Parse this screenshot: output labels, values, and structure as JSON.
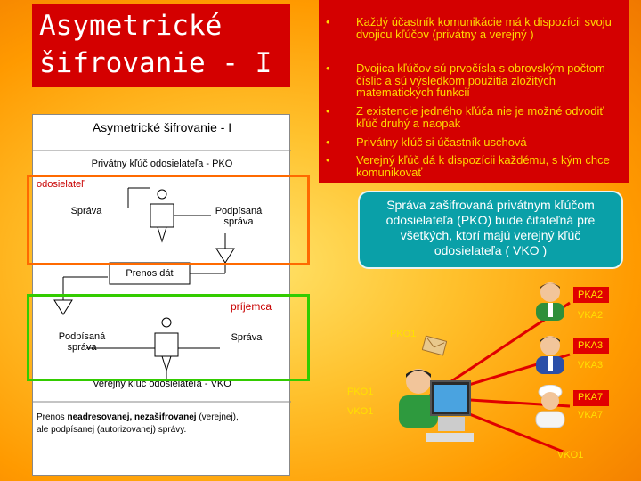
{
  "title": "Asymetrické\nšifrovanie - I",
  "bullets": [
    "Každý účastník komunikácie má k dispozícii svoju dvojicu kľúčov (privátny a verejný )",
    "Dvojica kľúčov sú prvočísla s obrovským počtom číslic a sú výsledkom použitia zložitých matematických funkcií",
    "Z existencie jedného kľúča nie je možné odvodiť kľúč druhý a naopak",
    "Privátny kľúč si účastník uschová",
    "Verejný kľúč dá k dispozícii každému, s kým chce komunikovať"
  ],
  "diagram": {
    "heading": "Asymetrické šifrovanie - I",
    "private_key_label": "Privátny kľúč odosielateľa - PKO",
    "sender_label": "odosielateľ",
    "message_label": "Správa",
    "signed_message_label": "Podpísaná správa",
    "transfer_label": "Prenos dát",
    "receiver_label": "príjemca",
    "signed_message_label2": "Podpísaná správa",
    "message_label2": "Správa",
    "public_key_label": "Verejný kľúč odosielateľa - VKO",
    "footer_text_1": "Prenos ",
    "footer_text_bold": "neadresovanej, nezašifrovanej",
    "footer_text_2": " (verejnej),",
    "footer_text_3": "ale podpísanej (autorizovanej) správy."
  },
  "callout": "Správa zašifrovaná privátnym kľúčom odosielateľa (PKO) bude čitateľná pre všetkých, ktorí majú verejný kľúč odosielateľa ( VKO )",
  "network": {
    "pko1_top": "PKO1",
    "pko1_left": "PKO1",
    "vko1_left": "VKO1",
    "vko1_bottom": "VKO1",
    "users": [
      {
        "pk": "PKA2",
        "vk": "VKA2"
      },
      {
        "pk": "PKA3",
        "vk": "VKA3"
      },
      {
        "pk": "PKA7",
        "vk": "VKA7"
      }
    ]
  },
  "colors": {
    "red": "#d40000",
    "yellow": "#ffd800",
    "teal": "#0aa0a8",
    "orange": "#ff6a00",
    "green": "#33cc00"
  }
}
